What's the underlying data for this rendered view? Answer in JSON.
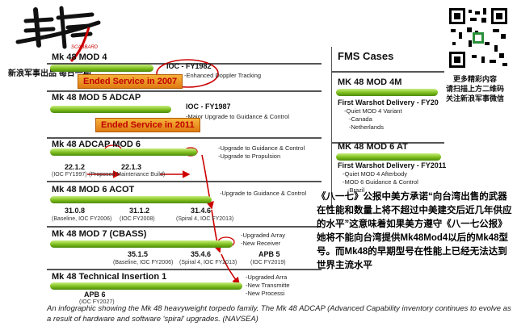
{
  "logo": {
    "chars": "出鞘",
    "scabbard": "SCABBARD"
  },
  "source_label": "新浪军事出品 每日一期",
  "qr_note": [
    "更多精彩内容",
    "请扫描上方二维码",
    "关注新浪军事微信"
  ],
  "left_rows": [
    {
      "title": "Mk 48 MOD 4",
      "ioc": "IOC - FY1982",
      "note": "-Enhanced Doppler Tracking",
      "ended": "Ended Service in 2007"
    },
    {
      "title": "Mk 48 MOD 5 ADCAP",
      "ioc": "IOC - FY1987",
      "note": "-Major Upgrade to Guidance & Control",
      "ended": "Ended Service in 2011"
    },
    {
      "title": "Mk 48 ADCAP MOD 6",
      "notes": [
        "-Upgrade to Guidance & Control",
        "-Upgrade to Propulsion"
      ],
      "versions": [
        "22.1.2",
        "22.1.3"
      ],
      "captions": [
        "(IOC FY1997)",
        "(Proposed Maintenance Build)"
      ]
    },
    {
      "title": "Mk 48 MOD 6 ACOT",
      "notes": [
        "-Upgrade to Guidance & Control"
      ],
      "versions": [
        "31.0.8",
        "31.1.2",
        "31.4.6"
      ],
      "captions": [
        "(Baseline, IOC FY2006)",
        "(IOC FY2008)",
        "(Spiral 4, IOC FY2013)"
      ]
    },
    {
      "title": "Mk 48 MOD 7 (CBASS)",
      "notes": [
        "-Upgraded Array",
        "-New Receiver"
      ],
      "versions": [
        "35.1.5",
        "35.4.6",
        "APB 5"
      ],
      "captions": [
        "(Baseline, IOC FY2006)",
        "(Spiral 4, IOC FY2013)",
        "(IOC FY2019)"
      ]
    },
    {
      "title": "Mk 48 Technical Insertion 1",
      "notes": [
        "-Upgraded Arra",
        "-New Transmitte",
        "-New Processi"
      ],
      "versions": [
        "APB 6"
      ],
      "captions": [
        "(IOC FY2027)"
      ]
    }
  ],
  "fms": {
    "heading": "FMS Cases",
    "groups": [
      {
        "title": "MK 48 MOD 4M",
        "delivery": "First Warshot Delivery - FY20",
        "lines": [
          "-Quiet MOD 4 Variant",
          "-Canada",
          "-Netherlands"
        ]
      },
      {
        "title": "MK 48 MOD 6 AT",
        "delivery": "First Warshot Delivery - FY2011",
        "lines": [
          "-Quiet MOD 4 Afterbody",
          "-MOD 6 Guidance & Control",
          "-Brazil"
        ]
      }
    ]
  },
  "cn_paragraph": "《八一七》公报中美方承诺“向台湾出售的武器在性能和数量上将不超过中美建交后近几年供应的水平”这意味着如果美方遵守《八一七公报》她将不能向台湾提供Mk48Mod4以后的Mk48型号。而Mk48的早期型号在性能上已经无法达到世界主流水平",
  "caption": "An infographic showing the Mk 48 heavyweight torpedo family. The Mk 48 ADCAP (Advanced Capability inventory continues to evolve as a result of hardware and software 'spiral' upgrades. (NAVSEA)",
  "colors": {
    "accent_red": "#cc0000",
    "torpedo_green": "#7cbd1c",
    "ended_orange": "#f0961e",
    "rule": "#555555"
  }
}
